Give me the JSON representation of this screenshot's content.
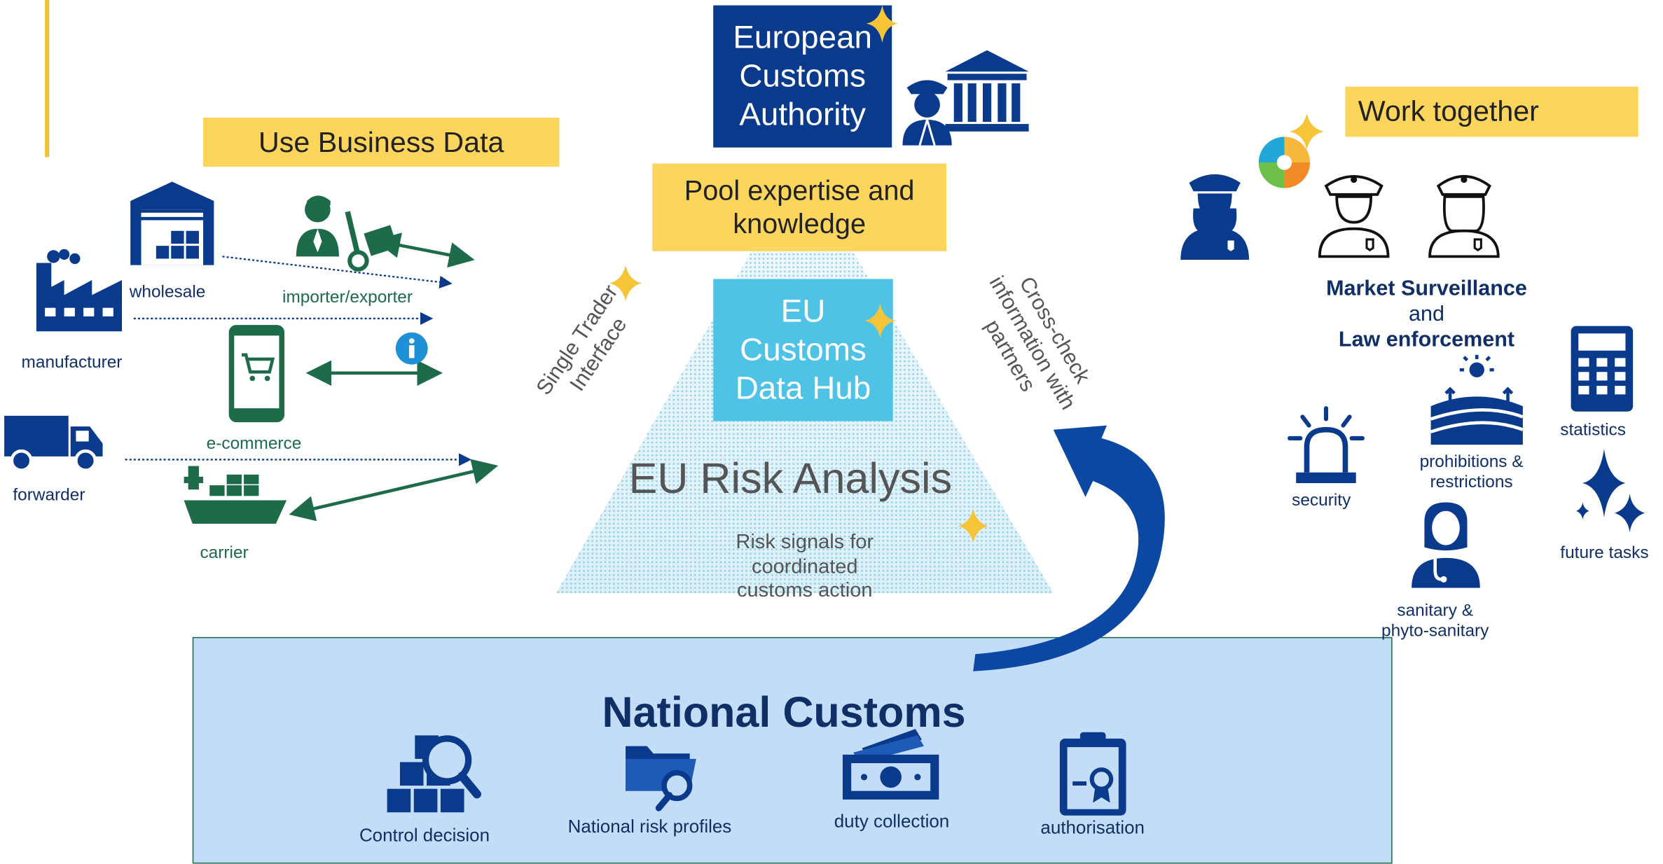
{
  "colors": {
    "navy": "#0a3a8c",
    "dark_navy": "#0f2f66",
    "green": "#1e6b4a",
    "yellow_box": "#fcd55c",
    "teal_box": "#4fc3e6",
    "light_blue_box": "#c3dcf8",
    "gold_sparkle": "#f5c437"
  },
  "top": {
    "authority": [
      "European",
      "Customs",
      "Authority"
    ],
    "pool": [
      "Pool expertise and",
      "knowledge"
    ],
    "hub": [
      "EU",
      "Customs",
      "Data Hub"
    ],
    "risk_title": "EU Risk Analysis",
    "risk_sub": [
      "Risk signals for",
      "coordinated",
      "customs action"
    ],
    "single_trader": [
      "Single Trader",
      "Interface"
    ],
    "cross_check": [
      "Cross-check",
      "information with",
      "partners"
    ]
  },
  "left": {
    "heading": "Use Business Data",
    "actors": {
      "wholesale": "wholesale",
      "manufacturer": "manufacturer",
      "importer": "importer/exporter",
      "ecommerce": "e-commerce",
      "forwarder": "forwarder",
      "carrier": "carrier"
    }
  },
  "right": {
    "heading": "Work together",
    "market": [
      "Market Surveillance",
      "and",
      "Law enforcement"
    ],
    "areas": {
      "statistics": "statistics",
      "prohibitions": [
        "prohibitions &",
        "restrictions"
      ],
      "security": "security",
      "future": "future tasks",
      "sanitary": [
        "sanitary &",
        "phyto-sanitary"
      ]
    }
  },
  "national": {
    "title": "National Customs",
    "items": [
      "Control decision",
      "National risk profiles",
      "duty collection",
      "authorisation"
    ]
  },
  "icons": [
    "warehouse-icon",
    "factory-icon",
    "truck-icon",
    "importer-person-icon",
    "smartphone-cart-icon",
    "info-icon",
    "cargo-ship-icon",
    "officer-icon",
    "customs-building-icon",
    "pie-chart-icon",
    "sparkle-icon",
    "siren-icon",
    "fields-icon",
    "calculator-icon",
    "doctor-icon",
    "boxes-magnifier-icon",
    "folder-search-icon",
    "cash-icon",
    "clipboard-certificate-icon"
  ]
}
